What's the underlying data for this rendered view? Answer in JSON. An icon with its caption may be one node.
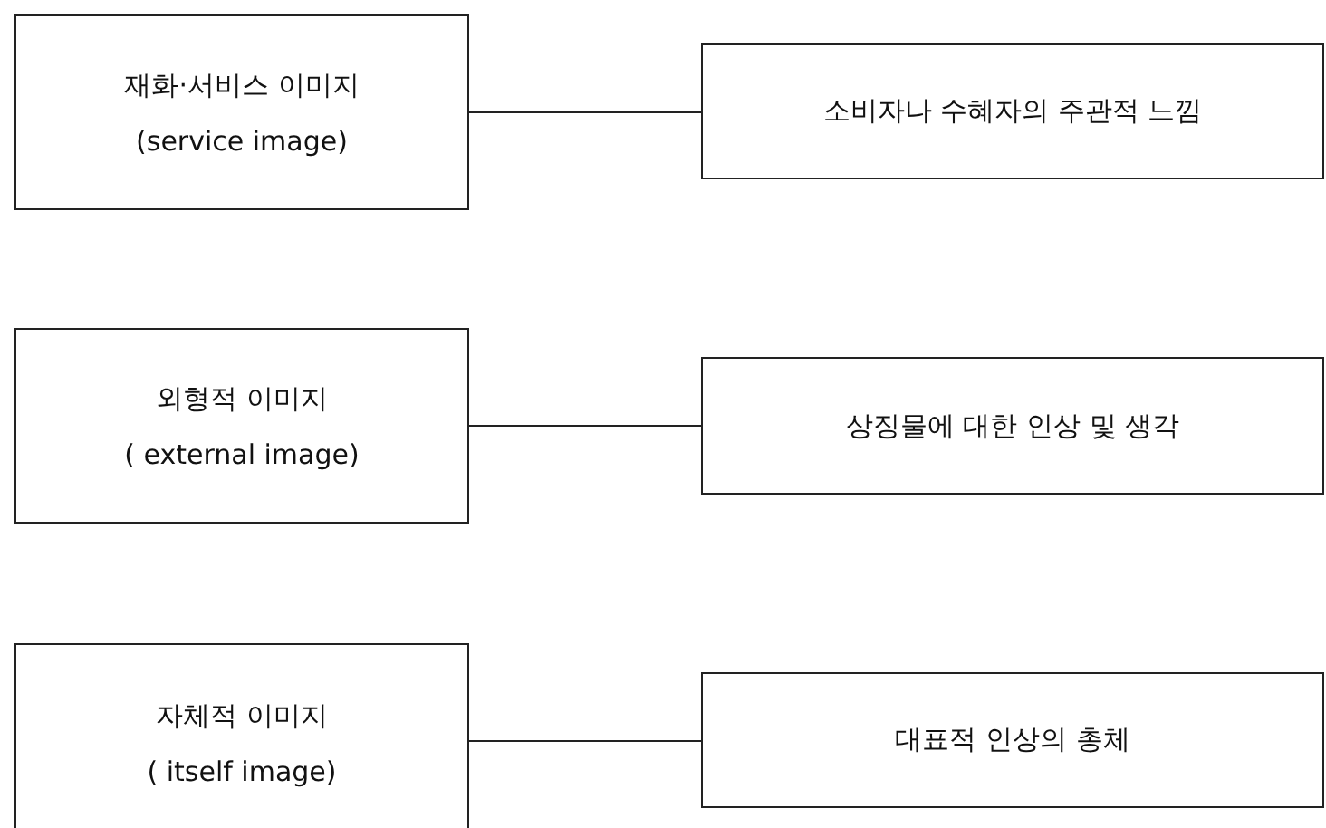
{
  "diagram": {
    "nodes": [
      {
        "text": [
          "재화·서비스 이미지",
          "(service image)"
        ]
      },
      {
        "text": [
          "소비자나 수혜자의 주관적 느낌"
        ]
      },
      {
        "text": [
          "외형적 이미지",
          "( external image)"
        ]
      },
      {
        "text": [
          "상징물에 대한 인상 및 생각"
        ]
      },
      {
        "text": [
          "자체적 이미지",
          "( itself image)"
        ]
      },
      {
        "text": [
          "대표적 인상의 총체"
        ]
      }
    ],
    "edges": [
      {
        "from": 0,
        "to": 1,
        "arrow": "none"
      },
      {
        "from": 2,
        "to": 3,
        "arrow": "none"
      },
      {
        "from": 4,
        "to": 5,
        "arrow": "none"
      }
    ]
  }
}
